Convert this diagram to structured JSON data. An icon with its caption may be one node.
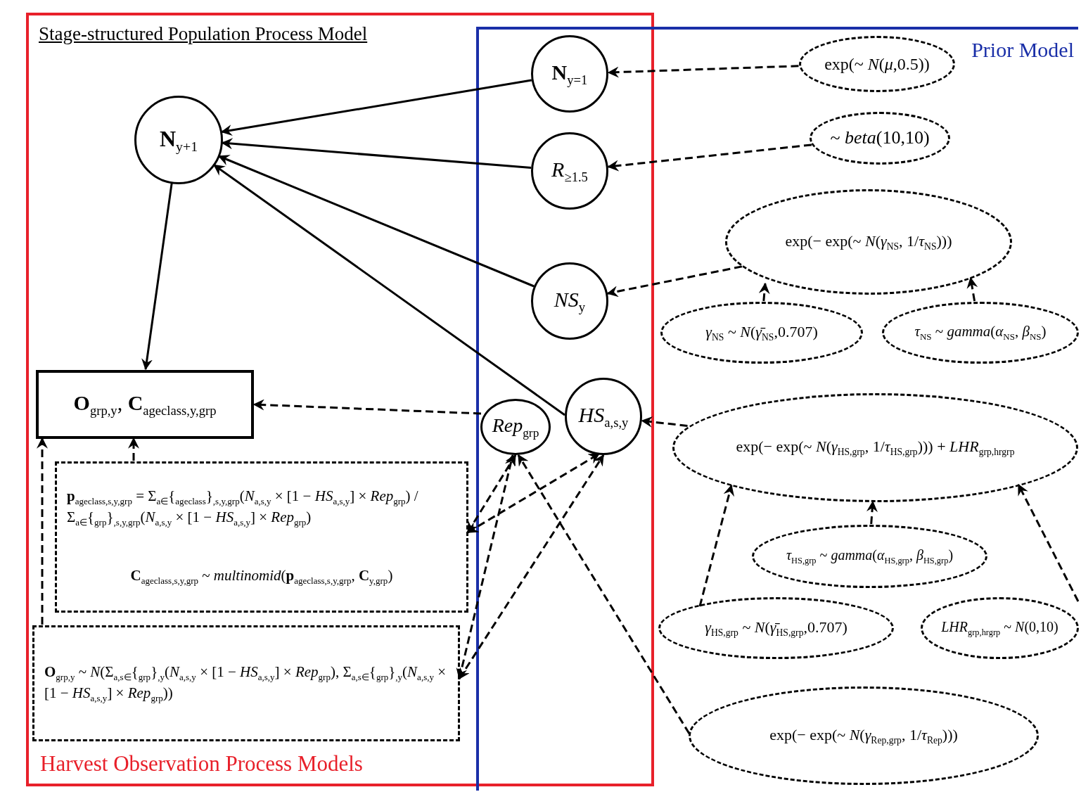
{
  "diagram": {
    "nodes": [
      {
        "text": [
          "Stage-structured Population Process Model",
          "Harvest Observation Process Models"
        ]
      },
      {
        "text": [
          "Prior Model"
        ]
      },
      {
        "text": [
          "**N**$_{y=1}$"
        ]
      },
      {
        "text": [
          "*R*$_{≥1.5}$"
        ]
      },
      {
        "text": [
          "**N**$_{y+1}$"
        ],
        "in": 0
      },
      {
        "text": [
          "*NS*$_{y}$"
        ]
      },
      {
        "text": [
          "**O**$_{grp,y}$, **C**$_{ageclass,y,grp}$"
        ],
        "in": 0
      },
      {
        "text": [
          "*Rep*$_{grp}$"
        ]
      },
      {
        "text": [
          "*HS*$_{a,s,y}$"
        ]
      },
      {
        "text": [
          "**p**$_{ageclass,s,y,grp}$ = Σ$_{a∈}${$_{ageclass}$}$_{,s,y,grp}$(*N*$_{a,s,y}$ × [1 − *HS*$_{a,s,y}$] × *Rep*$_{grp}$) / Σ$_{a∈}${$_{grp}$}$_{,s,y,grp}$(*N*$_{a,s,y}$ × [1 − *HS*$_{a,s,y}$] × *Rep*$_{grp}$)",
          "**C**$_{ageclass,s,y,grp}$ ~ *multinomid*(**p**$_{ageclass,s,y,grp}$, **C**$_{y,grp}$)"
        ],
        "in": 0
      },
      {
        "text": [
          "**O**$_{grp,y}$ ~ *N*(Σ$_{a,s∈}${$_{grp}$}$_{,y}$(*N*$_{a,s,y}$ × [1 − *HS*$_{a,s,y}$] × *Rep*$_{grp}$), Σ$_{a,s∈}${$_{grp}$}$_{,y}$(*N*$_{a,s,y}$ × [1 − *HS*$_{a,s,y}$] × *Rep*$_{grp}$))"
        ],
        "in": 0
      },
      {
        "text": [
          "exp(~ *N*(*μ*,0.5))"
        ],
        "in": 1
      },
      {
        "text": [
          "~ *beta*(10,10)"
        ],
        "in": 1
      },
      {
        "text": [
          "exp(− exp(~ *N*(*γ*$_{NS}$, 1/*τ*$_{NS}$)))"
        ],
        "in": 1
      },
      {
        "text": [
          "*γ*$_{NS}$ ~ *N*(*γ̄*$_{NS}$,0.707)"
        ],
        "in": 1
      },
      {
        "text": [
          "*τ*$_{NS}$ ~ *gamma*(*α*$_{NS}$, *β*$_{NS}$)"
        ],
        "in": 1
      },
      {
        "text": [
          "exp(− exp(~ *N*(*γ*$_{HS,grp}$, 1/*τ*$_{HS,grp}$))) + *LHR*$_{grp,hrgrp}$"
        ],
        "in": 1
      },
      {
        "text": [
          "*τ*$_{HS,grp}$ ~ *gamma*(*α*$_{HS,grp}$, *β*$_{HS,grp}$)"
        ],
        "in": 1
      },
      {
        "text": [
          "*γ*$_{HS,grp}$ ~ *N*(*γ̄*$_{HS,grp}$,0.707)"
        ],
        "in": 1
      },
      {
        "text": [
          "*LHR*$_{grp,hrgrp}$ ~ *N*(0,10)"
        ],
        "in": 1
      },
      {
        "text": [
          "exp(− exp(~ *N*(*γ*$_{Rep,grp}$, 1/*τ*$_{Rep}$)))"
        ],
        "in": 1
      }
    ],
    "edges": [
      {
        "from": 2,
        "to": 4,
        "arrow": "to"
      },
      {
        "from": 3,
        "to": 4,
        "arrow": "to"
      },
      {
        "from": 5,
        "to": 4,
        "arrow": "to"
      },
      {
        "from": 8,
        "to": 4,
        "arrow": "to"
      },
      {
        "from": 4,
        "to": 6,
        "arrow": "to"
      },
      {
        "from": 11,
        "to": 2,
        "arrow": "to",
        "style": "dashed"
      },
      {
        "from": 12,
        "to": 3,
        "arrow": "to",
        "style": "dashed"
      },
      {
        "from": 13,
        "to": 5,
        "arrow": "to",
        "style": "dashed"
      },
      {
        "from": 14,
        "to": 13,
        "arrow": "to",
        "style": "dashed"
      },
      {
        "from": 15,
        "to": 13,
        "arrow": "to",
        "style": "dashed"
      },
      {
        "from": 16,
        "to": 8,
        "arrow": "to",
        "style": "dashed"
      },
      {
        "from": 17,
        "to": 16,
        "arrow": "to",
        "style": "dashed"
      },
      {
        "from": 18,
        "to": 16,
        "arrow": "to",
        "style": "dashed"
      },
      {
        "from": 19,
        "to": 16,
        "arrow": "to",
        "style": "dashed"
      },
      {
        "from": 20,
        "to": 7,
        "arrow": "to",
        "style": "dashed"
      },
      {
        "from": 7,
        "to": 6,
        "arrow": "to",
        "style": "dashed"
      },
      {
        "from": 9,
        "to": 6,
        "arrow": "to",
        "style": "dashed"
      },
      {
        "from": 10,
        "to": 6,
        "arrow": "to",
        "style": "dashed"
      },
      {
        "from": 9,
        "to": 7,
        "arrow": "both",
        "style": "dashed"
      },
      {
        "from": 9,
        "to": 8,
        "arrow": "both",
        "style": "dashed"
      },
      {
        "from": 10,
        "to": 7,
        "arrow": "both",
        "style": "dashed"
      },
      {
        "from": 10,
        "to": 8,
        "arrow": "both",
        "style": "dashed"
      }
    ]
  }
}
